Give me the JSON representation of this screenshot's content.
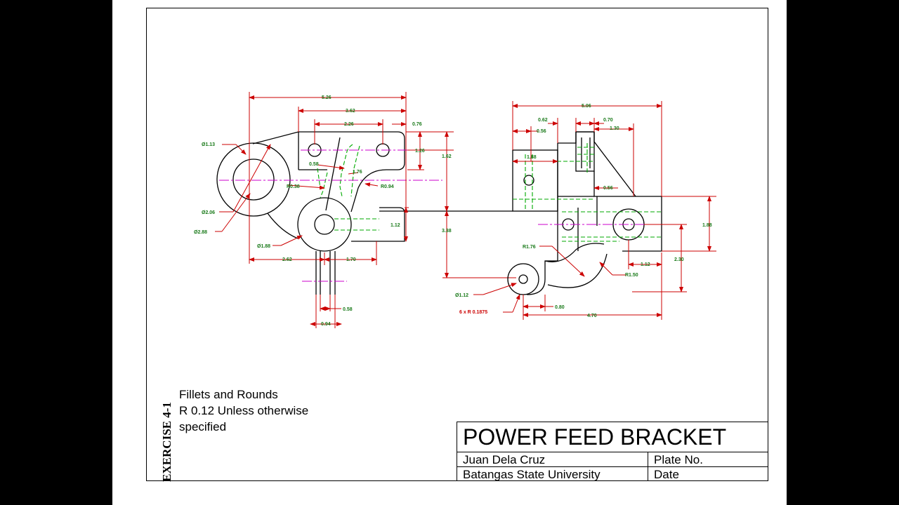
{
  "notes": {
    "line1": "Fillets and Rounds",
    "line2": "R 0.12 Unless otherwise",
    "line3": "specified"
  },
  "side_label": "EXERCISE 4-1",
  "title_block": {
    "title": "POWER FEED BRACKET",
    "name": "Juan Dela Cruz",
    "plate": "Plate No.",
    "university": "Batangas State University",
    "date": "Date"
  },
  "dimensions": {
    "left_view": {
      "overall_width": "5.26",
      "width_2": "3.62",
      "hole_spacing": "2.26",
      "edge_offset": "0.76",
      "top_height": "1.26",
      "height_162": "1.62",
      "height_338": "3.38",
      "dia_113": "Ø1.13",
      "dia_206": "Ø2.06",
      "dia_288": "Ø2.88",
      "dia_188": "Ø1.88",
      "slot_058": "0.58",
      "dim_176": "1.76",
      "r_038": "R0.38",
      "r_094": "R0.94",
      "height_112": "1.12",
      "bottom_262": "2.62",
      "bottom_170": "1.70",
      "boss_058": "0.58",
      "boss_094": "0.94"
    },
    "right_view": {
      "overall_width": "5.06",
      "w_062": "0.62",
      "w_070": "0.70",
      "w_056a": "0.56",
      "w_130": "1.30",
      "w_188": "1.88",
      "w_056b": "0.56",
      "h_188": "1.88",
      "r_176": "R1.76",
      "dia_112": "Ø1.12",
      "w_112": "1.12",
      "h_230": "2.30",
      "r_150": "R1.50",
      "fillets": "6 x R 0.1875",
      "w_080": "0.80",
      "w_470": "4.70"
    }
  },
  "colors": {
    "object": "#000000",
    "dimension": "#cc0000",
    "hidden": "#00aa00",
    "center": "#cc00cc",
    "dim_text": "#1a7a1a"
  }
}
